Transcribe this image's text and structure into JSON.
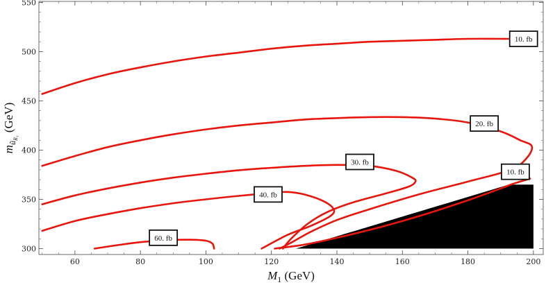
{
  "chart_data": {
    "type": "line",
    "title": "",
    "xlabel": "M₁ (GeV)",
    "xlabel_parts": {
      "symbol": "M",
      "sub": "1",
      "unit": " (GeV)"
    },
    "ylabel": "m_ũR₁ (GeV)",
    "ylabel_parts": {
      "symbol": "m",
      "sub": "ũ",
      "subsub": "R₁",
      "unit": " (GeV)"
    },
    "xlim": [
      49,
      203
    ],
    "ylim": [
      294,
      551
    ],
    "xticks": [
      60,
      80,
      100,
      120,
      140,
      160,
      180,
      200
    ],
    "yticks": [
      300,
      350,
      400,
      450,
      500,
      550
    ],
    "grid": false,
    "line_color": "#e8150d",
    "excluded_region_color": "#000000",
    "excluded_region": {
      "name": "",
      "points": [
        [
          127.5,
          300
        ],
        [
          200,
          300
        ],
        [
          200,
          365
        ],
        [
          192.5,
          365
        ]
      ]
    },
    "series": [
      {
        "label": "10. fb",
        "label_at": [
          197,
          513
        ],
        "points": [
          [
            50,
            457
          ],
          [
            60,
            468
          ],
          [
            70,
            477
          ],
          [
            80,
            484
          ],
          [
            90,
            490
          ],
          [
            100,
            495
          ],
          [
            110,
            499
          ],
          [
            120,
            503
          ],
          [
            130,
            506
          ],
          [
            140,
            508
          ],
          [
            150,
            510
          ],
          [
            160,
            511
          ],
          [
            170,
            512
          ],
          [
            180,
            513
          ],
          [
            190,
            513
          ],
          [
            196,
            513
          ]
        ]
      },
      {
        "label": "20. fb",
        "label_at": [
          185,
          427
        ],
        "points": [
          [
            50,
            384
          ],
          [
            60,
            394
          ],
          [
            70,
            403
          ],
          [
            80,
            410
          ],
          [
            90,
            416
          ],
          [
            100,
            421
          ],
          [
            110,
            425
          ],
          [
            120,
            428
          ],
          [
            130,
            431
          ],
          [
            140,
            432.5
          ],
          [
            150,
            433.5
          ],
          [
            160,
            433.5
          ],
          [
            170,
            432
          ],
          [
            180,
            428
          ],
          [
            190,
            419
          ],
          [
            196,
            410
          ],
          [
            199.5,
            404
          ],
          [
            198,
            392
          ],
          [
            193,
            380
          ],
          [
            180,
            368
          ],
          [
            165,
            355
          ],
          [
            150,
            340
          ],
          [
            140,
            329
          ],
          [
            132,
            317
          ],
          [
            126,
            306
          ],
          [
            122.5,
            300
          ]
        ]
      },
      {
        "label": "30. fb",
        "label_at": [
          147,
          388
        ],
        "points": [
          [
            50,
            345
          ],
          [
            60,
            354
          ],
          [
            70,
            361
          ],
          [
            80,
            367
          ],
          [
            90,
            372
          ],
          [
            100,
            376
          ],
          [
            110,
            379.5
          ],
          [
            120,
            382
          ],
          [
            130,
            384
          ],
          [
            140,
            385
          ],
          [
            150,
            384
          ],
          [
            158,
            379
          ],
          [
            163,
            372
          ],
          [
            164,
            368
          ],
          [
            162,
            363
          ],
          [
            155,
            356
          ],
          [
            145,
            347
          ],
          [
            137,
            337
          ],
          [
            131,
            325
          ],
          [
            126,
            310
          ],
          [
            123.5,
            300
          ]
        ]
      },
      {
        "label": "40. fb",
        "label_at": [
          119,
          355
        ],
        "points": [
          [
            50,
            318
          ],
          [
            60,
            328
          ],
          [
            70,
            335
          ],
          [
            80,
            341
          ],
          [
            90,
            346
          ],
          [
            100,
            350
          ],
          [
            110,
            353.5
          ],
          [
            120,
            356.5
          ],
          [
            125,
            357.5
          ],
          [
            130,
            355
          ],
          [
            136,
            348
          ],
          [
            139,
            340
          ],
          [
            138,
            333
          ],
          [
            132,
            323
          ],
          [
            125,
            314
          ],
          [
            117,
            300
          ]
        ]
      },
      {
        "label": "60. fb",
        "label_at": [
          87,
          311
        ],
        "points": [
          [
            66,
            300
          ],
          [
            72,
            303
          ],
          [
            80,
            306.5
          ],
          [
            88,
            308.5
          ],
          [
            95,
            309
          ],
          [
            100,
            308
          ],
          [
            102,
            305
          ],
          [
            102.5,
            300
          ]
        ]
      },
      {
        "label": "10. fb",
        "label_at": [
          194.5,
          378
        ],
        "points": [
          [
            121,
            300
          ],
          [
            130,
            304
          ],
          [
            140,
            311
          ],
          [
            150,
            319
          ],
          [
            160,
            328
          ],
          [
            170,
            338
          ],
          [
            180,
            349
          ],
          [
            190,
            361
          ],
          [
            194,
            366
          ],
          [
            199,
            371
          ]
        ]
      }
    ]
  }
}
